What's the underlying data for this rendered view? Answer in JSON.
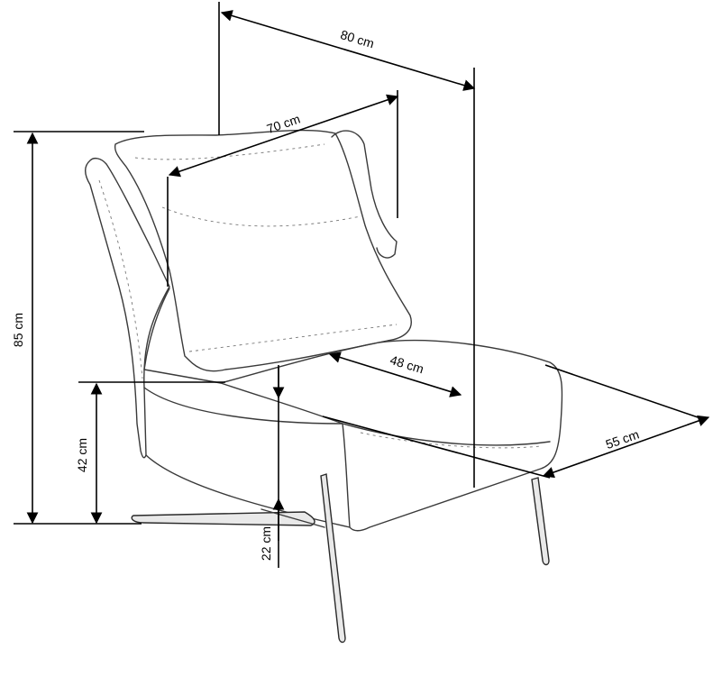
{
  "dimensions": {
    "overall_width": "80 cm",
    "backrest_width": "70 cm",
    "overall_height": "85 cm",
    "seat_depth": "48 cm",
    "overall_depth": "55 cm",
    "seat_height": "42 cm",
    "leg_height": "22 cm"
  }
}
